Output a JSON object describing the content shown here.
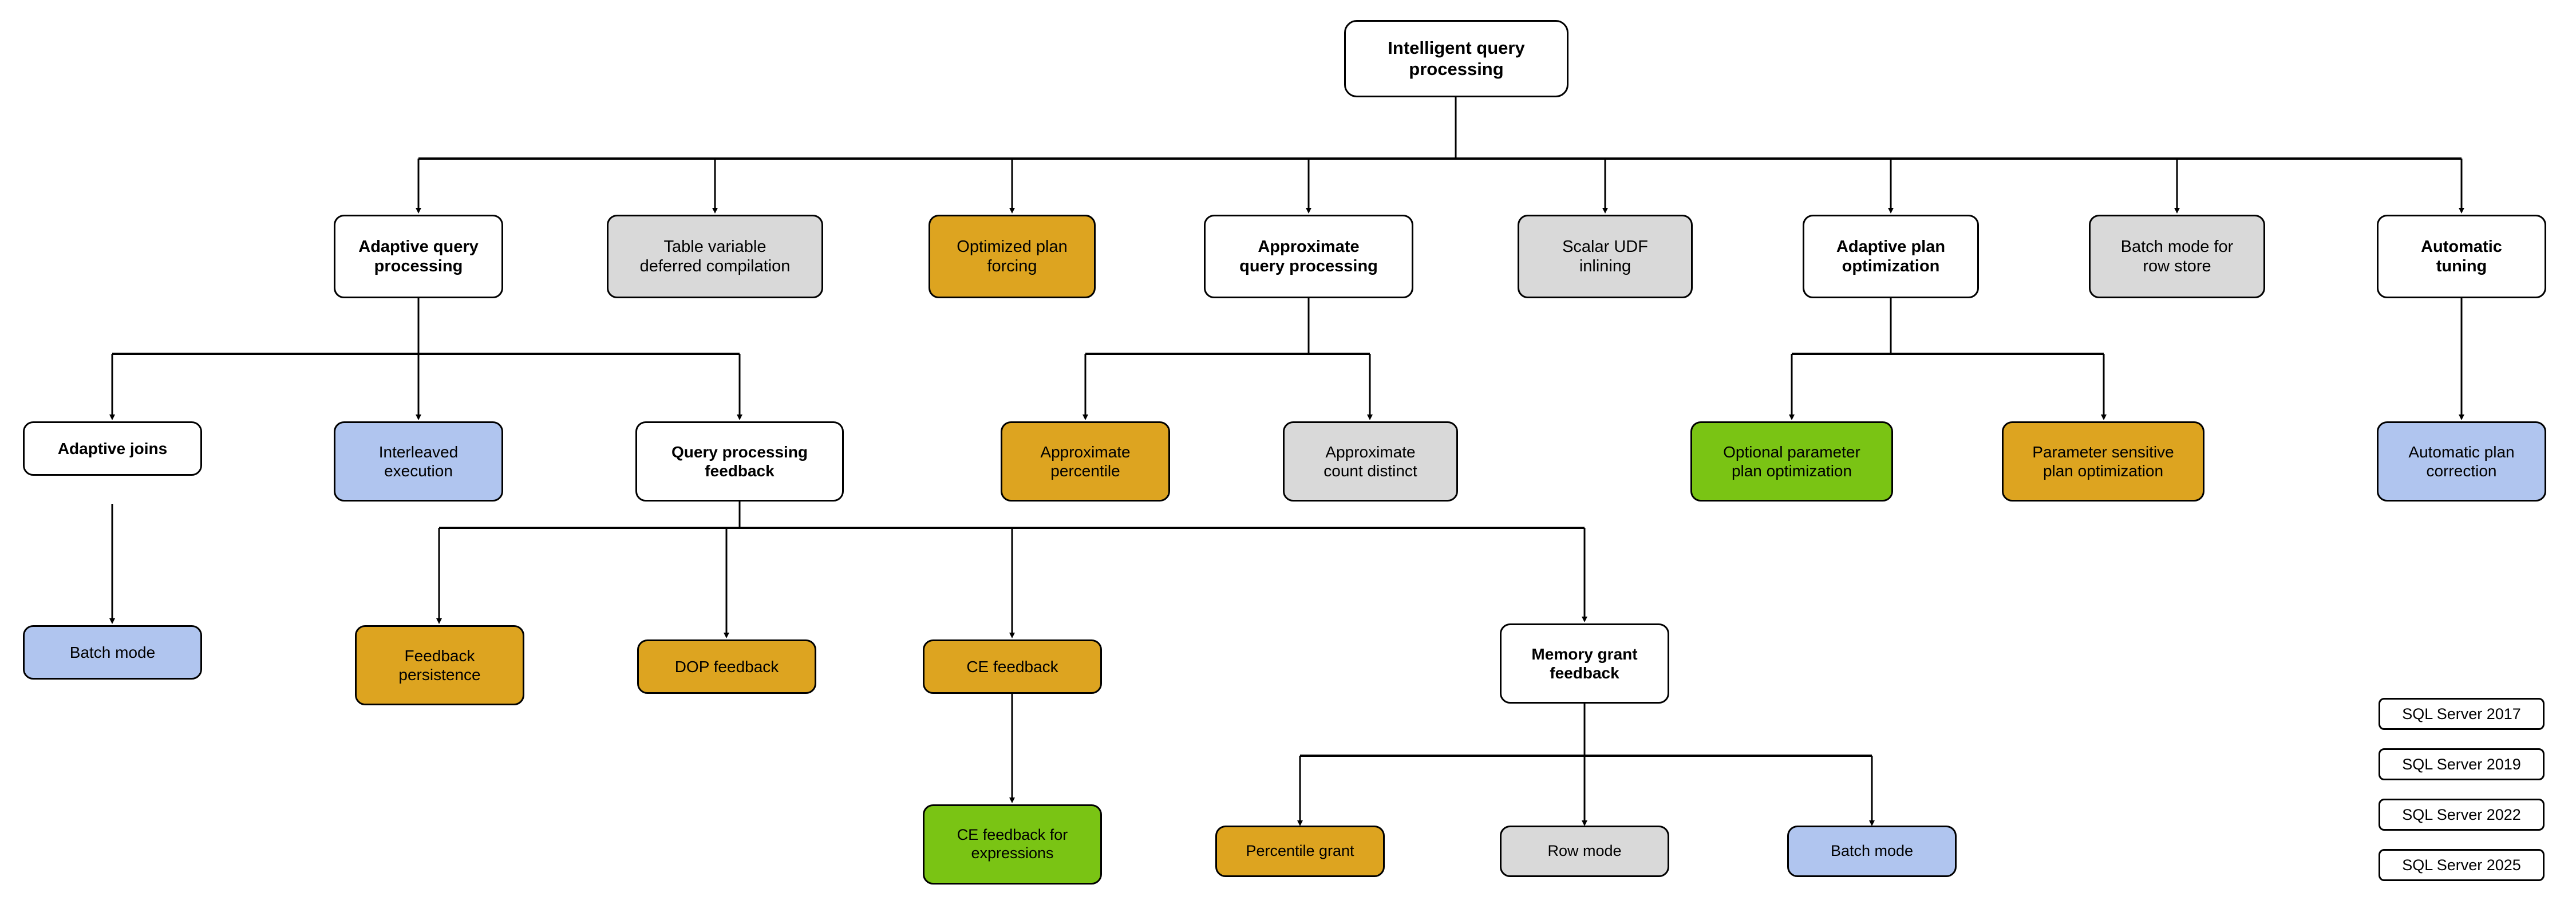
{
  "diagram": {
    "title": "Intelligent query processing",
    "palette": {
      "white": "#ffffff",
      "gray": "#d9d9d9",
      "orange": "#dda420",
      "blue": "#b0c5ef",
      "green": "#7ac414",
      "stroke": "#000000"
    },
    "nodes": {
      "root": "Intelligent query\nprocessing",
      "adaptive_query_processing": "Adaptive query\nprocessing",
      "table_variable_deferred_compilation": "Table variable\ndeferred compilation",
      "optimized_plan_forcing": "Optimized plan\nforcing",
      "approximate_query_processing": "Approximate\nquery processing",
      "scalar_udf_inlining": "Scalar UDF\ninlining",
      "adaptive_plan_optimization": "Adaptive plan\noptimization",
      "batch_mode_for_row_store": "Batch mode for\nrow store",
      "automatic_tuning": "Automatic\ntuning",
      "adaptive_joins": "Adaptive joins",
      "interleaved_execution": "Interleaved\nexecution",
      "query_processing_feedback": "Query processing\nfeedback",
      "approximate_percentile": "Approximate\npercentile",
      "approximate_count_distinct": "Approximate\ncount distinct",
      "optional_parameter_plan_optimization": "Optional parameter\nplan optimization",
      "parameter_sensitive_plan_optimization": "Parameter sensitive\nplan optimization",
      "automatic_plan_correction": "Automatic plan\ncorrection",
      "batch_mode": "Batch mode",
      "feedback_persistence": "Feedback\npersistence",
      "dop_feedback": "DOP feedback",
      "ce_feedback": "CE feedback",
      "memory_grant_feedback": "Memory grant\nfeedback",
      "ce_feedback_for_expressions": "CE feedback for\nexpressions",
      "percentile_grant": "Percentile grant",
      "row_mode": "Row mode",
      "batch_mode_mgf": "Batch mode"
    },
    "legend": [
      {
        "label": "SQL Server 2017",
        "color": "#b0c5ef"
      },
      {
        "label": "SQL Server 2019",
        "color": "#d9d9d9"
      },
      {
        "label": "SQL Server 2022",
        "color": "#dda420"
      },
      {
        "label": "SQL Server 2025",
        "color": "#7ac414"
      }
    ]
  }
}
